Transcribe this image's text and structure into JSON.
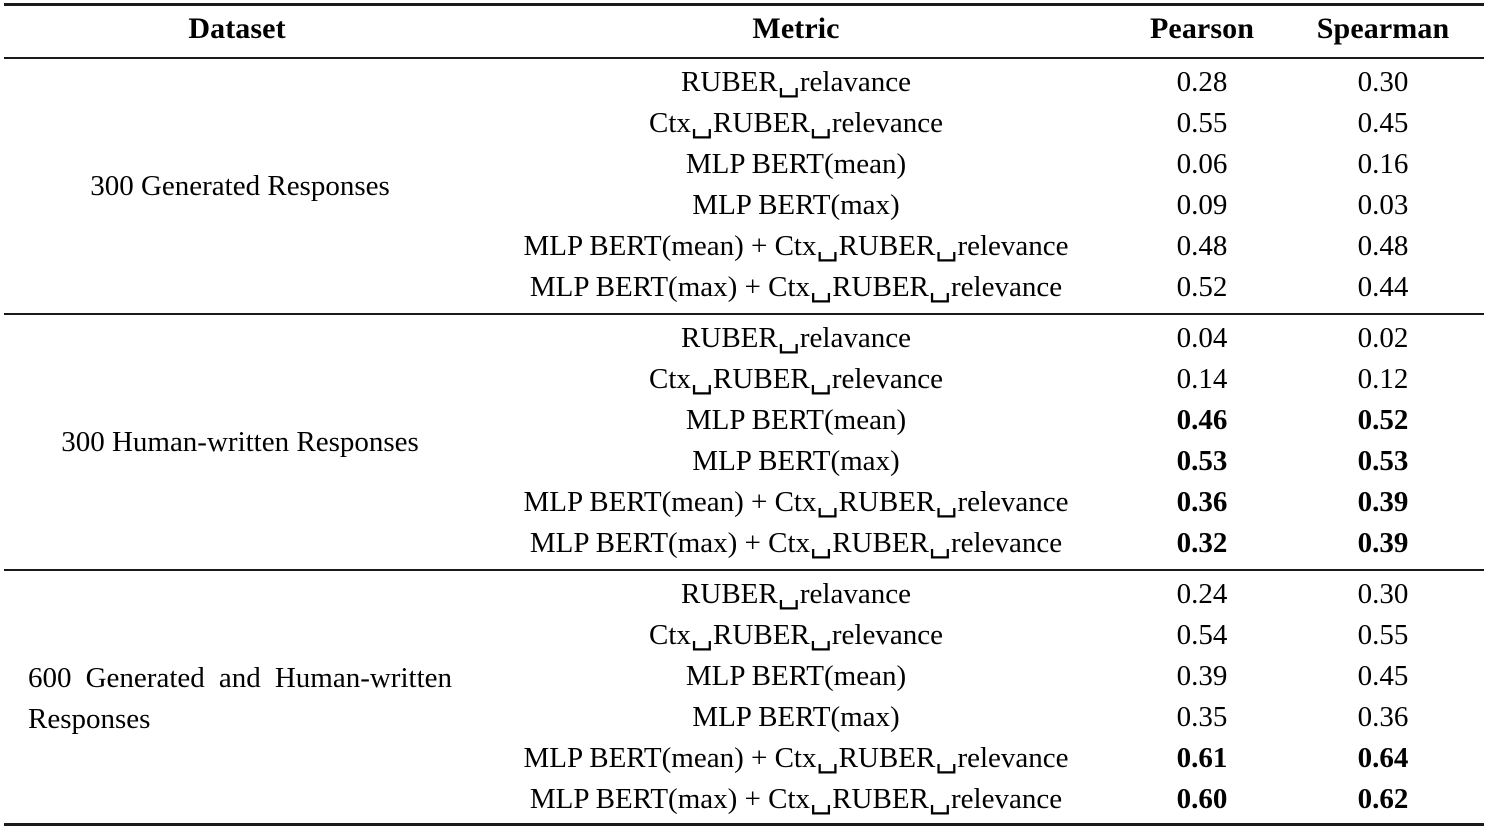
{
  "table": {
    "columns": [
      "Dataset",
      "Metric",
      "Pearson",
      "Spearman"
    ],
    "blocks": [
      {
        "dataset": "300 Generated Responses",
        "multiline": false,
        "rows": [
          {
            "metric": "RUBER␣relavance",
            "pearson": "0.28",
            "spearman": "0.30",
            "pearson_bold": false,
            "spearman_bold": false
          },
          {
            "metric": "Ctx␣RUBER␣relevance",
            "pearson": "0.55",
            "spearman": "0.45",
            "pearson_bold": false,
            "spearman_bold": false
          },
          {
            "metric": "MLP BERT(mean)",
            "pearson": "0.06",
            "spearman": "0.16",
            "pearson_bold": false,
            "spearman_bold": false
          },
          {
            "metric": "MLP BERT(max)",
            "pearson": "0.09",
            "spearman": "0.03",
            "pearson_bold": false,
            "spearman_bold": false
          },
          {
            "metric": "MLP BERT(mean) + Ctx␣RUBER␣relevance",
            "pearson": "0.48",
            "spearman": "0.48",
            "pearson_bold": false,
            "spearman_bold": false
          },
          {
            "metric": "MLP BERT(max) + Ctx␣RUBER␣relevance",
            "pearson": "0.52",
            "spearman": "0.44",
            "pearson_bold": false,
            "spearman_bold": false
          }
        ]
      },
      {
        "dataset": "300 Human-written Responses",
        "multiline": false,
        "rows": [
          {
            "metric": "RUBER␣relavance",
            "pearson": "0.04",
            "spearman": "0.02",
            "pearson_bold": false,
            "spearman_bold": false
          },
          {
            "metric": "Ctx␣RUBER␣relevance",
            "pearson": "0.14",
            "spearman": "0.12",
            "pearson_bold": false,
            "spearman_bold": false
          },
          {
            "metric": "MLP BERT(mean)",
            "pearson": "0.46",
            "spearman": "0.52",
            "pearson_bold": true,
            "spearman_bold": true
          },
          {
            "metric": "MLP BERT(max)",
            "pearson": "0.53",
            "spearman": "0.53",
            "pearson_bold": true,
            "spearman_bold": true
          },
          {
            "metric": "MLP BERT(mean) + Ctx␣RUBER␣relevance",
            "pearson": "0.36",
            "spearman": "0.39",
            "pearson_bold": true,
            "spearman_bold": true
          },
          {
            "metric": "MLP BERT(max) + Ctx␣RUBER␣relevance",
            "pearson": "0.32",
            "spearman": "0.39",
            "pearson_bold": true,
            "spearman_bold": true
          }
        ]
      },
      {
        "dataset": "600 Generated and Human-written Responses",
        "multiline": true,
        "rows": [
          {
            "metric": "RUBER␣relavance",
            "pearson": "0.24",
            "spearman": "0.30",
            "pearson_bold": false,
            "spearman_bold": false
          },
          {
            "metric": "Ctx␣RUBER␣relevance",
            "pearson": "0.54",
            "spearman": "0.55",
            "pearson_bold": false,
            "spearman_bold": false
          },
          {
            "metric": "MLP BERT(mean)",
            "pearson": "0.39",
            "spearman": "0.45",
            "pearson_bold": false,
            "spearman_bold": false
          },
          {
            "metric": "MLP BERT(max)",
            "pearson": "0.35",
            "spearman": "0.36",
            "pearson_bold": false,
            "spearman_bold": false
          },
          {
            "metric": "MLP BERT(mean) + Ctx␣RUBER␣relevance",
            "pearson": "0.61",
            "spearman": "0.64",
            "pearson_bold": true,
            "spearman_bold": true
          },
          {
            "metric": "MLP BERT(max) + Ctx␣RUBER␣relevance",
            "pearson": "0.60",
            "spearman": "0.62",
            "pearson_bold": true,
            "spearman_bold": true
          }
        ]
      }
    ]
  },
  "style": {
    "rule_color": "#1a1a1a",
    "text_color": "#000000",
    "background": "#ffffff"
  }
}
